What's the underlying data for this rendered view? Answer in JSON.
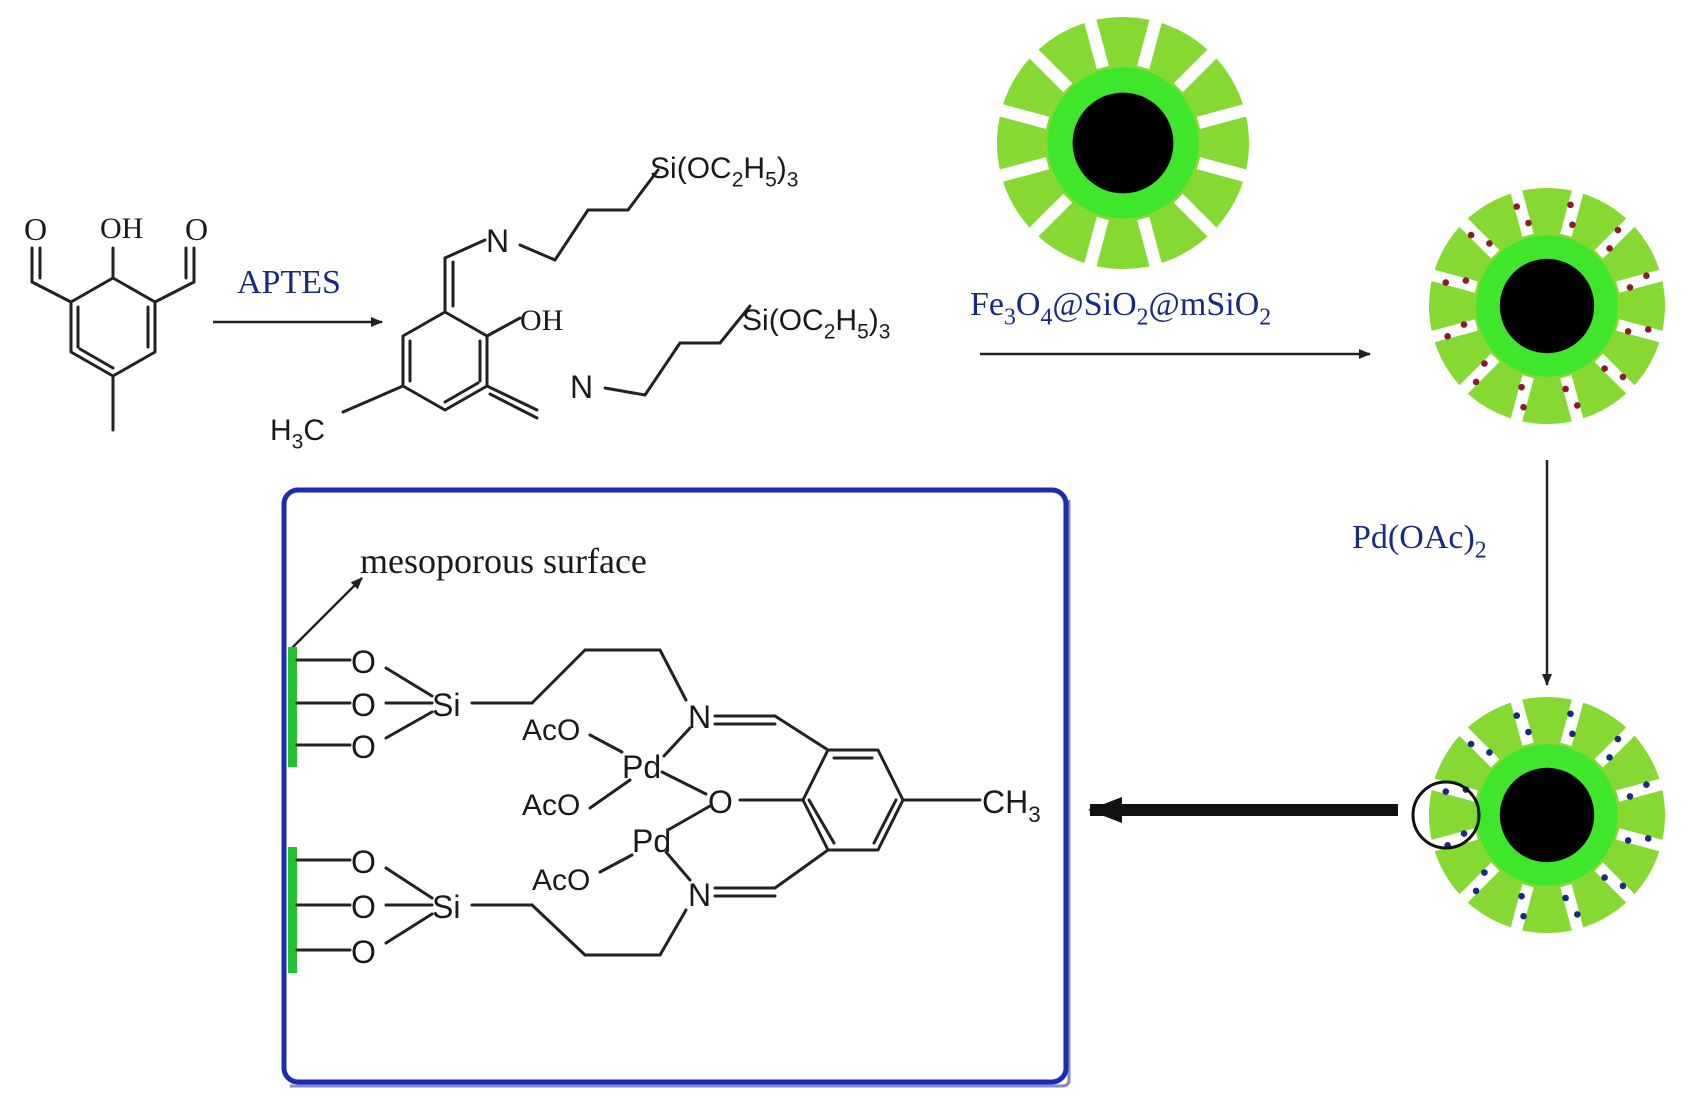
{
  "reagents": {
    "step1": "APTES",
    "step2": "Fe3O4@SiO2@mSiO2",
    "step3": "Pd(OAc)2"
  },
  "inset_label": "mesoporous surface",
  "atoms": {
    "aldehyde_o": "O",
    "oh": "OH",
    "n": "N",
    "si_triethoxy": "Si(OC2H5)3",
    "h3c": "H3C",
    "ch3": "CH3",
    "o": "O",
    "si": "Si",
    "aco": "AcO",
    "pd": "Pd"
  },
  "colors": {
    "shell_green": "#86d932",
    "inner_ring_green": "#3fe62c",
    "core": "#000000",
    "pore": "#ffffff",
    "ligand_dot": "#8b1a2b",
    "pd_dot": "#1a2a80",
    "frame_blue": "#1c2bb0",
    "surface_green": "#22c32e",
    "reagent_text": "#1a2a80"
  }
}
